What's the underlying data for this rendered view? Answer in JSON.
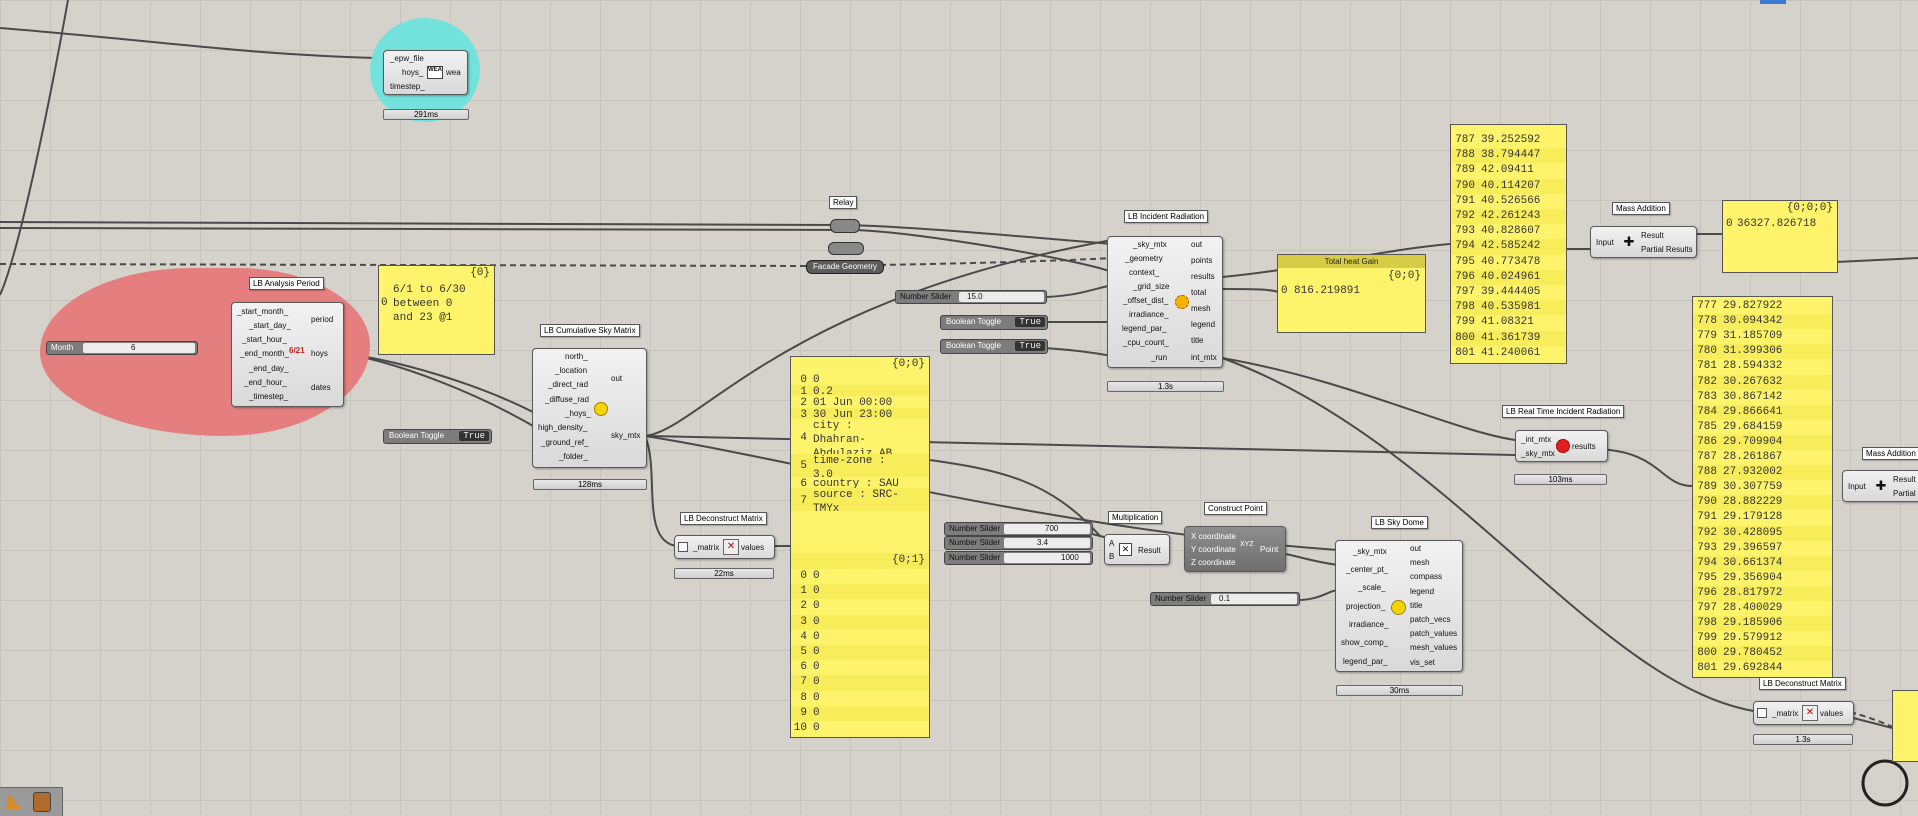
{
  "colors": {
    "canvas": "#d4d2cb",
    "panel": "#fdf46c",
    "cyan_group": "#6fe3dc",
    "red_group": "#e57f7f"
  },
  "epw": {
    "inputs": [
      "_epw_file",
      "hoys_",
      "timestep_"
    ],
    "output": "wea",
    "icon_text": "WEA",
    "timer": "291ms"
  },
  "analysis_period": {
    "title": "LB Analysis Period",
    "inputs": [
      "_start_month_",
      "_start_day_",
      "_start_hour_",
      "_end_month_",
      "_end_day_",
      "_end_hour_",
      "_timestep_"
    ],
    "outputs": [
      "period",
      "hoys",
      "dates"
    ],
    "icon_text": "6/21"
  },
  "month_slider": {
    "name": "Month",
    "value": "6"
  },
  "period_panel": {
    "header": "{0}",
    "index": "0",
    "text": [
      "6/1 to 6/30",
      "between 0",
      "and 23 @1"
    ]
  },
  "sky_matrix": {
    "title": "LB Cumulative Sky Matrix",
    "inputs": [
      "north_",
      "_location",
      "_direct_rad",
      "_diffuse_rad",
      "_hoys_",
      "high_density_",
      "_ground_ref_",
      "_folder_"
    ],
    "outputs": [
      "out",
      "sky_mtx"
    ],
    "timer": "128ms"
  },
  "toggle1": {
    "name": "Boolean Toggle",
    "value": "True"
  },
  "sky_panel": {
    "header": "{0;0}",
    "rows": [
      {
        "i": "0",
        "v": "0"
      },
      {
        "i": "1",
        "v": "0.2"
      },
      {
        "i": "2",
        "v": "01 Jun 00:00"
      },
      {
        "i": "3",
        "v": "30 Jun 23:00"
      },
      {
        "i": "4",
        "v": "city :\nDhahran-\nAbdulaziz.AB"
      },
      {
        "i": "5",
        "v": "time-zone :\n3.0"
      },
      {
        "i": "6",
        "v": "country : SAU"
      },
      {
        "i": "7",
        "v": "source : SRC-\nTMYx"
      }
    ],
    "header2": "{0;1}",
    "rows2": [
      {
        "i": "0",
        "v": "0"
      },
      {
        "i": "1",
        "v": "0"
      },
      {
        "i": "2",
        "v": "0"
      },
      {
        "i": "3",
        "v": "0"
      },
      {
        "i": "4",
        "v": "0"
      },
      {
        "i": "5",
        "v": "0"
      },
      {
        "i": "6",
        "v": "0"
      },
      {
        "i": "7",
        "v": "0"
      },
      {
        "i": "8",
        "v": "0"
      },
      {
        "i": "9",
        "v": "0"
      },
      {
        "i": "10",
        "v": "0"
      }
    ]
  },
  "deconstruct1": {
    "title": "LB Deconstruct Matrix",
    "input": "_matrix",
    "output": "values",
    "timer": "22ms"
  },
  "relay": {
    "title": "Relay"
  },
  "facade": {
    "label": "Facade Geometry"
  },
  "incident": {
    "title": "LB Incident Radiation",
    "inputs": [
      "_sky_mtx",
      "_geometry",
      "context_",
      "_grid_size",
      "_offset_dist_",
      "irradiance_",
      "legend_par_",
      "_cpu_count_",
      "_run"
    ],
    "outputs": [
      "out",
      "points",
      "results",
      "total",
      "mesh",
      "legend",
      "title",
      "int_mtx"
    ],
    "timer": "1.3s"
  },
  "slider_offset": {
    "name": "Number Slider",
    "value": "15.0"
  },
  "toggle2": {
    "name": "Boolean Toggle",
    "value": "True"
  },
  "toggle3": {
    "name": "Boolean Toggle",
    "value": "True"
  },
  "total_heat": {
    "title": "Total heat Gain",
    "header": "{0;0}",
    "index": "0",
    "value": "816.219891"
  },
  "results_panel": {
    "rows": [
      {
        "i": "787",
        "v": "39.252592"
      },
      {
        "i": "788",
        "v": "38.794447"
      },
      {
        "i": "789",
        "v": "42.09411"
      },
      {
        "i": "790",
        "v": "40.114207"
      },
      {
        "i": "791",
        "v": "40.526566"
      },
      {
        "i": "792",
        "v": "42.261243"
      },
      {
        "i": "793",
        "v": "40.828607"
      },
      {
        "i": "794",
        "v": "42.585242"
      },
      {
        "i": "795",
        "v": "40.773478"
      },
      {
        "i": "796",
        "v": "40.024961"
      },
      {
        "i": "797",
        "v": "39.444405"
      },
      {
        "i": "798",
        "v": "40.535981"
      },
      {
        "i": "799",
        "v": "41.08321"
      },
      {
        "i": "800",
        "v": "41.361739"
      },
      {
        "i": "801",
        "v": "41.240061"
      }
    ]
  },
  "mass_addition1": {
    "title": "Mass Addition",
    "input": "Input",
    "outputs": [
      "Result",
      "Partial Results"
    ]
  },
  "mass_panel1": {
    "header": "{0;0;0}",
    "index": "0",
    "value": "36327.826718"
  },
  "realtime": {
    "title": "LB Real Time Incident Radiation",
    "inputs": [
      "_int_mtx",
      "_sky_mtx"
    ],
    "output": "results",
    "timer": "103ms"
  },
  "rt_panel": {
    "rows": [
      {
        "i": "777",
        "v": "29.827922"
      },
      {
        "i": "778",
        "v": "30.094342"
      },
      {
        "i": "779",
        "v": "31.185709"
      },
      {
        "i": "780",
        "v": "31.399306"
      },
      {
        "i": "781",
        "v": "28.594332"
      },
      {
        "i": "782",
        "v": "30.267632"
      },
      {
        "i": "783",
        "v": "30.867142"
      },
      {
        "i": "784",
        "v": "29.866641"
      },
      {
        "i": "785",
        "v": "29.684159"
      },
      {
        "i": "786",
        "v": "29.709904"
      },
      {
        "i": "787",
        "v": "28.261867"
      },
      {
        "i": "788",
        "v": "27.932002"
      },
      {
        "i": "789",
        "v": "30.307759"
      },
      {
        "i": "790",
        "v": "28.882229"
      },
      {
        "i": "791",
        "v": "29.179128"
      },
      {
        "i": "792",
        "v": "30.428095"
      },
      {
        "i": "793",
        "v": "29.396597"
      },
      {
        "i": "794",
        "v": "30.661374"
      },
      {
        "i": "795",
        "v": "29.356904"
      },
      {
        "i": "796",
        "v": "28.817972"
      },
      {
        "i": "797",
        "v": "28.400029"
      },
      {
        "i": "798",
        "v": "29.185906"
      },
      {
        "i": "799",
        "v": "29.579912"
      },
      {
        "i": "800",
        "v": "29.780452"
      },
      {
        "i": "801",
        "v": "29.692844"
      }
    ]
  },
  "mass_addition2": {
    "title": "Mass Addition",
    "input": "Input",
    "outputs": [
      "Result",
      "Partial R"
    ]
  },
  "deconstruct2": {
    "title": "LB Deconstruct Matrix",
    "input": "_matrix",
    "output": "values",
    "timer": "1.3s"
  },
  "sliders_mul": [
    {
      "name": "Number Slider",
      "value": "700"
    },
    {
      "name": "Number Slider",
      "value": "3.4"
    },
    {
      "name": "Number Slider",
      "value": "1000"
    }
  ],
  "multiplication": {
    "title": "Multiplication",
    "inputs": [
      "A",
      "B"
    ],
    "output": "Result"
  },
  "construct_point": {
    "title": "Construct Point",
    "inputs": [
      "X coordinate",
      "Y coordinate",
      "Z coordinate"
    ],
    "output": "Point",
    "icon_text": "XYZ"
  },
  "sky_dome": {
    "title": "LB Sky Dome",
    "inputs": [
      "_sky_mtx",
      "_center_pt_",
      "_scale_",
      "projection_",
      "irradiance_",
      "show_comp_",
      "legend_par_"
    ],
    "outputs": [
      "out",
      "mesh",
      "compass",
      "legend",
      "title",
      "patch_vecs",
      "patch_values",
      "mesh_values",
      "vis_set"
    ],
    "timer": "30ms"
  },
  "slider_scale": {
    "name": "Number Slider",
    "value": "0.1"
  }
}
